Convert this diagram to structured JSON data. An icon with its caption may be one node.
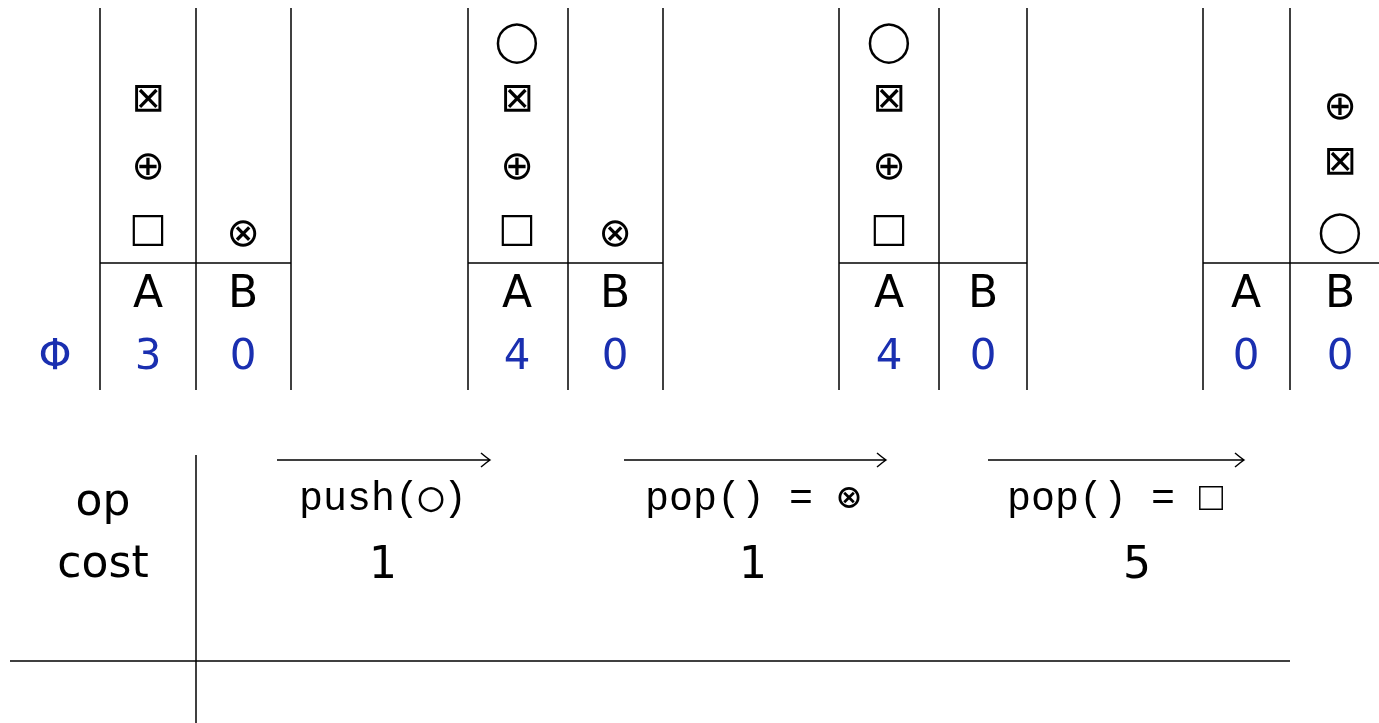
{
  "diagram": {
    "labels": [
      "⊠",
      "⊕",
      "□",
      "⊗",
      "A",
      "B",
      "Φ",
      "3",
      "0",
      "◯",
      "⊠",
      "⊕",
      "□",
      "⊗",
      "A",
      "B",
      "4",
      "0",
      "◯",
      "⊠",
      "⊕",
      "□",
      "A",
      "B",
      "4",
      "0",
      "⊕",
      "⊠",
      "◯",
      "A",
      "B",
      "0",
      "0",
      "op",
      "push(◯)",
      "pop() = ⊗",
      "pop() = □",
      "cost",
      "1",
      "1",
      "5"
    ]
  }
}
